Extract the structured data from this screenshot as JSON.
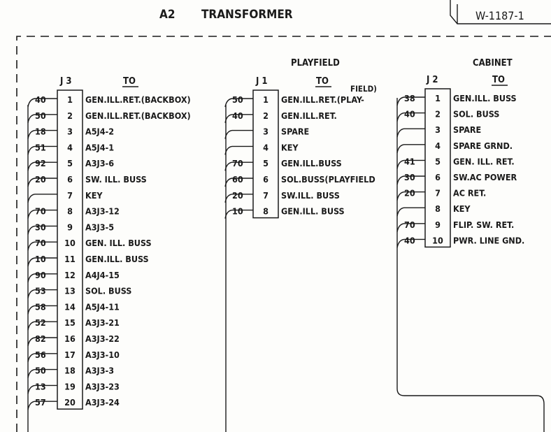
{
  "title": {
    "prefix": "A2",
    "name": "TRANSFORMER"
  },
  "drawing_number": "W-1187-1",
  "connectors": [
    {
      "id": "j3",
      "label": "J3",
      "to_label": "TO",
      "group_label": "",
      "pins": [
        {
          "wire": "40",
          "pin": "1",
          "to": "GEN.ILL.RET.(BACKBOX)"
        },
        {
          "wire": "50",
          "pin": "2",
          "to": "GEN.ILL.RET.(BACKBOX)"
        },
        {
          "wire": "18",
          "pin": "3",
          "to": "A5J4-2"
        },
        {
          "wire": "51",
          "pin": "4",
          "to": "A5J4-1"
        },
        {
          "wire": "92",
          "pin": "5",
          "to": "A3J3-6"
        },
        {
          "wire": "20",
          "pin": "6",
          "to": "SW. ILL. BUSS"
        },
        {
          "wire": "",
          "pin": "7",
          "to": "KEY"
        },
        {
          "wire": "70",
          "pin": "8",
          "to": "A3J3-12"
        },
        {
          "wire": "30",
          "pin": "9",
          "to": "A3J3-5"
        },
        {
          "wire": "70",
          "pin": "10",
          "to": "GEN. ILL. BUSS"
        },
        {
          "wire": "10",
          "pin": "11",
          "to": "GEN.ILL. BUSS"
        },
        {
          "wire": "90",
          "pin": "12",
          "to": "A4J4-15"
        },
        {
          "wire": "53",
          "pin": "13",
          "to": "SOL. BUSS"
        },
        {
          "wire": "58",
          "pin": "14",
          "to": "A5J4-11"
        },
        {
          "wire": "52",
          "pin": "15",
          "to": "A3J3-21"
        },
        {
          "wire": "82",
          "pin": "16",
          "to": "A3J3-22"
        },
        {
          "wire": "56",
          "pin": "17",
          "to": "A3J3-10"
        },
        {
          "wire": "50",
          "pin": "18",
          "to": "A3J3-3"
        },
        {
          "wire": "13",
          "pin": "19",
          "to": "A3J3-23"
        },
        {
          "wire": "57",
          "pin": "20",
          "to": "A3J3-24"
        }
      ]
    },
    {
      "id": "j1",
      "label": "J1",
      "to_label": "TO",
      "group_label": "PLAYFIELD",
      "pins": [
        {
          "wire": "50",
          "pin": "1",
          "to": "GEN.ILL.RET.(PLAY-"
        },
        {
          "wire": "40",
          "pin": "2",
          "to": "GEN.ILL.RET."
        },
        {
          "wire": "",
          "pin": "3",
          "to": "SPARE"
        },
        {
          "wire": "",
          "pin": "4",
          "to": "KEY"
        },
        {
          "wire": "70",
          "pin": "5",
          "to": "GEN.ILL.BUSS"
        },
        {
          "wire": "60",
          "pin": "6",
          "to": "SOL.BUSS(PLAYFIELD"
        },
        {
          "wire": "20",
          "pin": "7",
          "to": "SW.ILL. BUSS"
        },
        {
          "wire": "10",
          "pin": "8",
          "to": "GEN.ILL. BUSS"
        }
      ],
      "continuation": "FIELD)"
    },
    {
      "id": "j2",
      "label": "J2",
      "to_label": "TO",
      "group_label": "CABINET",
      "pins": [
        {
          "wire": "38",
          "pin": "1",
          "to": "GEN.ILL. BUSS"
        },
        {
          "wire": "40",
          "pin": "2",
          "to": "SOL. BUSS"
        },
        {
          "wire": "",
          "pin": "3",
          "to": "SPARE"
        },
        {
          "wire": "",
          "pin": "4",
          "to": "SPARE GRND."
        },
        {
          "wire": "41",
          "pin": "5",
          "to": "GEN. ILL. RET."
        },
        {
          "wire": "30",
          "pin": "6",
          "to": "SW.AC POWER"
        },
        {
          "wire": "20",
          "pin": "7",
          "to": "AC RET."
        },
        {
          "wire": "",
          "pin": "8",
          "to": "KEY"
        },
        {
          "wire": "70",
          "pin": "9",
          "to": "FLIP. SW. RET."
        },
        {
          "wire": "40",
          "pin": "10",
          "to": "PWR. LINE GND."
        }
      ]
    }
  ]
}
